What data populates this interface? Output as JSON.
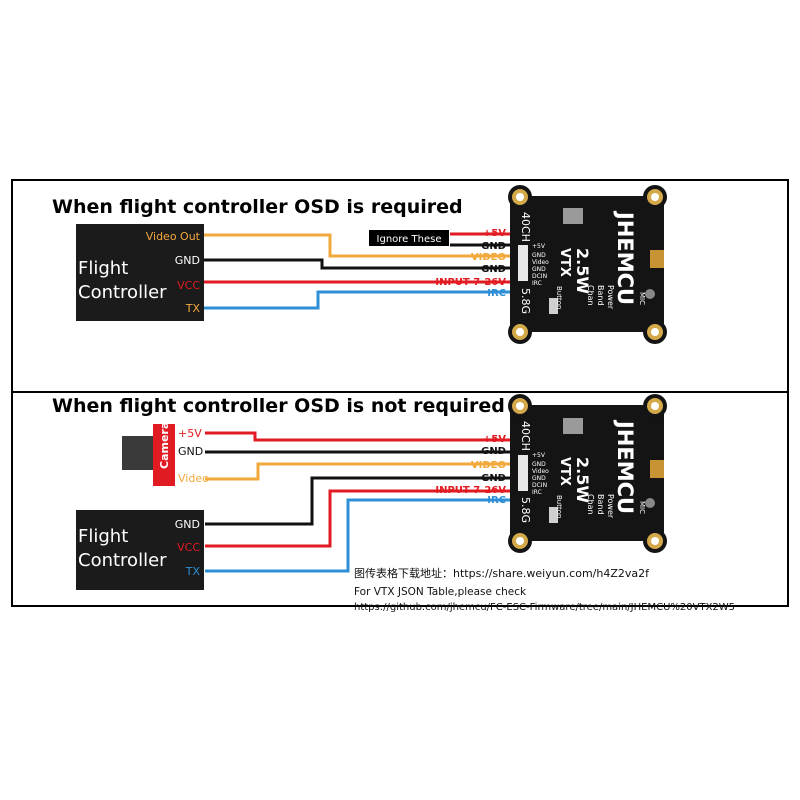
{
  "section1": {
    "title": "When flight controller OSD is required",
    "fc": {
      "name_line1": "Flight",
      "name_line2": "Controller",
      "pins": [
        "Video Out",
        "GND",
        "VCC",
        "TX"
      ]
    },
    "vtx_labels": [
      "+5V",
      "GND",
      "VIDEO",
      "GND",
      "INPUT 7-26V",
      "IRC"
    ],
    "ignore_note": "Ignore These"
  },
  "section2": {
    "title": "When flight controller OSD is not required",
    "camera": {
      "label": "Camera",
      "pins": [
        "+5V",
        "GND",
        "Video"
      ]
    },
    "fc": {
      "name_line1": "Flight",
      "name_line2": "Controller",
      "pins": [
        "GND",
        "VCC",
        "TX"
      ]
    },
    "vtx_labels": [
      "+5V",
      "GND",
      "VIDEO",
      "GND",
      "INPUT 7-26V",
      "IRC"
    ]
  },
  "vtx_board": {
    "channels": "40CH",
    "band": "5.8G",
    "power": "2.5W",
    "vtx": "VTX",
    "brand": "JHEMCU",
    "button": "Button",
    "mic": "MIC",
    "menu_lines": [
      "Power",
      "Band",
      "Chan"
    ],
    "pad_labels": [
      "+5V",
      "GND",
      "Video",
      "GND",
      "DCIN",
      "IRC"
    ]
  },
  "notes": {
    "share_line": "图传表格下载地址：https://share.weiyun.com/h4Z2va2f",
    "json_line": "For VTX JSON Table,please check",
    "github_line": "https://github.com/jhemcu/FC-ESC-Firmware/tree/main/JHEMCU%20VTX2W5"
  },
  "colors": {
    "red": "#e11b22",
    "black": "#111111",
    "orange": "#f2a93b",
    "blue": "#2f8fd6",
    "frame": "#000000"
  }
}
